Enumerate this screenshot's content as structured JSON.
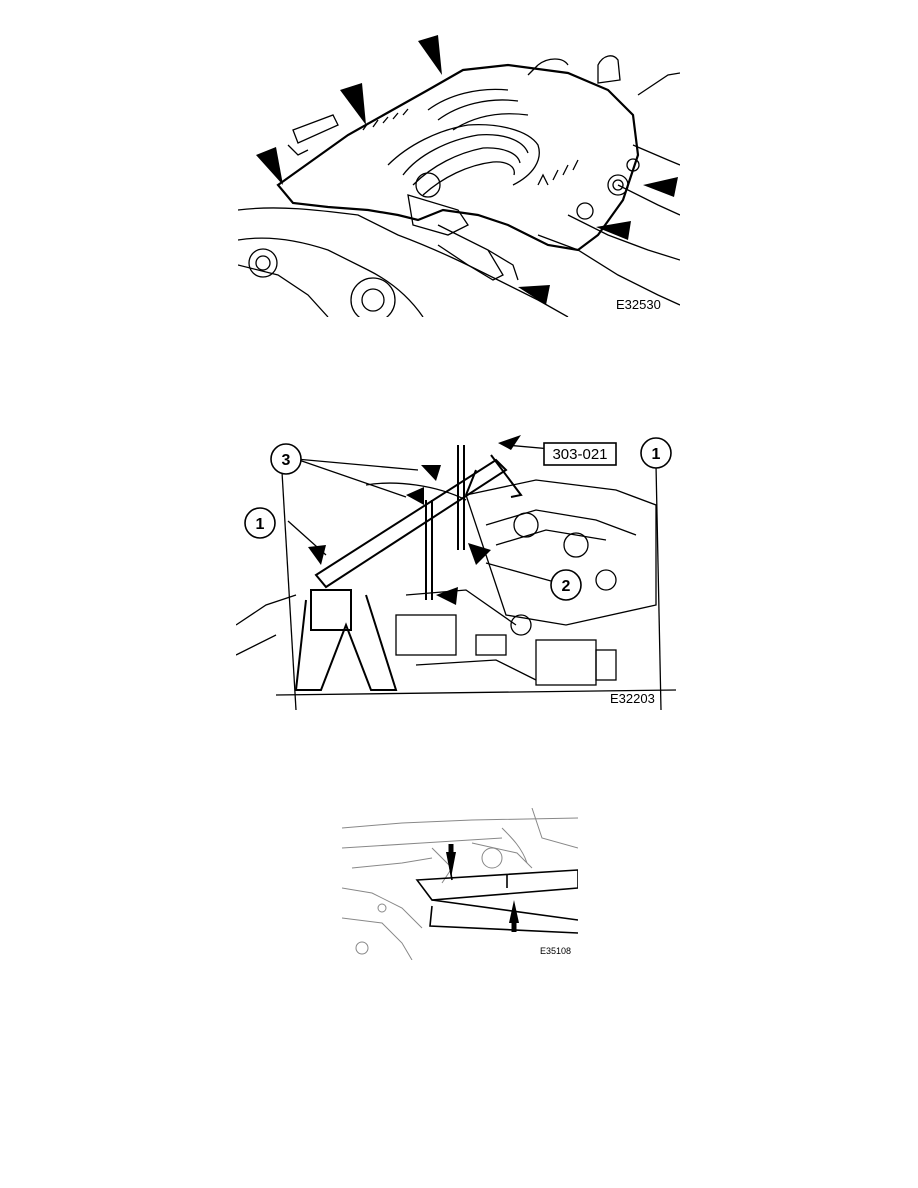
{
  "figures": [
    {
      "ref_code": "E32530"
    },
    {
      "ref_code": "E32203",
      "tool_number": "303-021",
      "callouts": [
        "1",
        "1",
        "2",
        "3"
      ]
    },
    {
      "ref_code": "E35108"
    }
  ],
  "colors": {
    "ink": "#000000",
    "paper": "#ffffff"
  }
}
